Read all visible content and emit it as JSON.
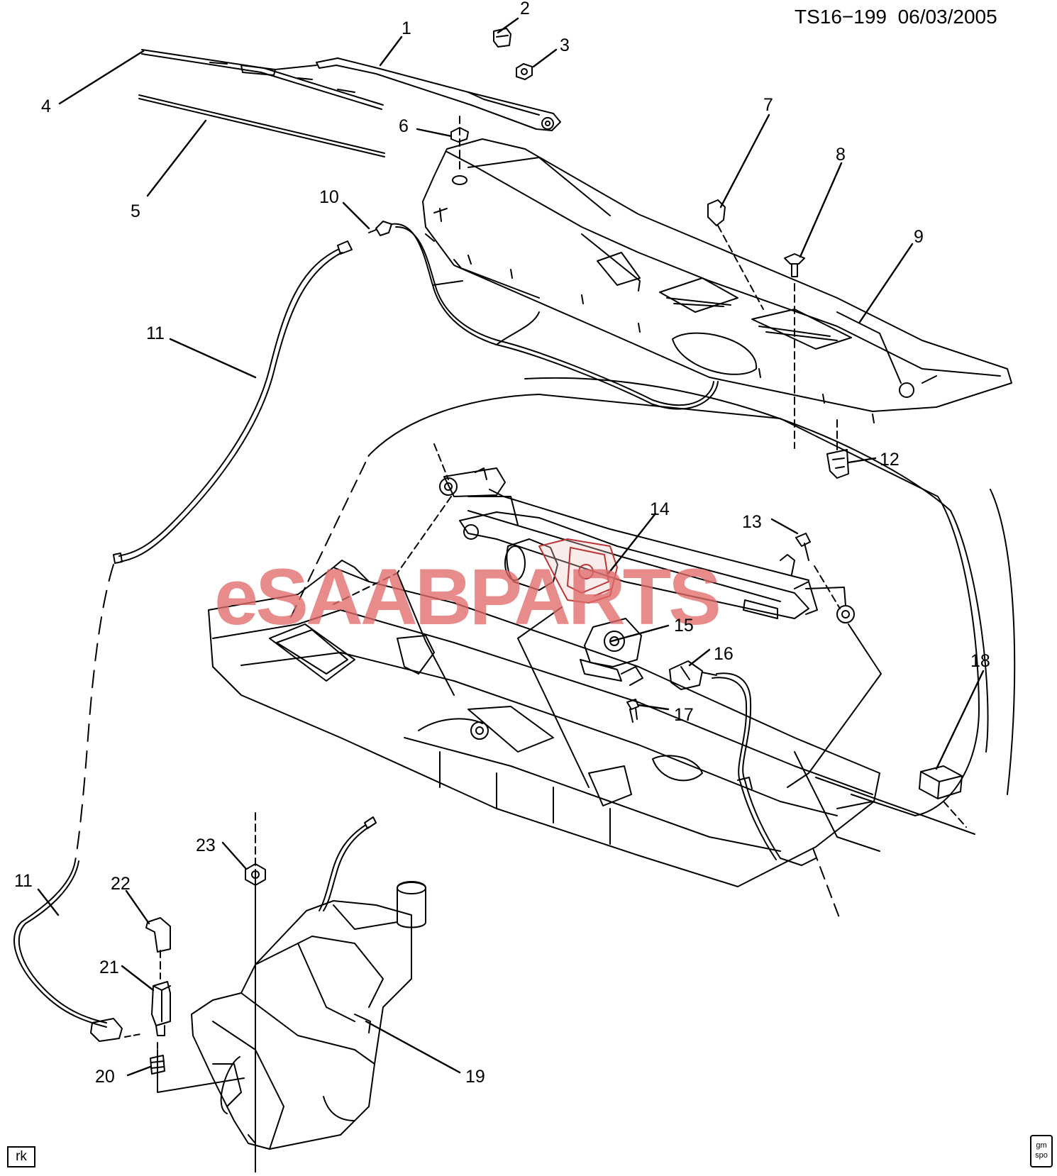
{
  "header": {
    "ref": "TS16−199",
    "date": "06/03/2005"
  },
  "corner_code": "rk",
  "logo_text": "gm spo",
  "watermark": "eSAABPARTS",
  "callouts": [
    "1",
    "2",
    "3",
    "4",
    "5",
    "6",
    "7",
    "8",
    "9",
    "10",
    "11",
    "12",
    "13",
    "14",
    "15",
    "16",
    "17",
    "18",
    "19",
    "20",
    "21",
    "22",
    "23",
    "11"
  ]
}
